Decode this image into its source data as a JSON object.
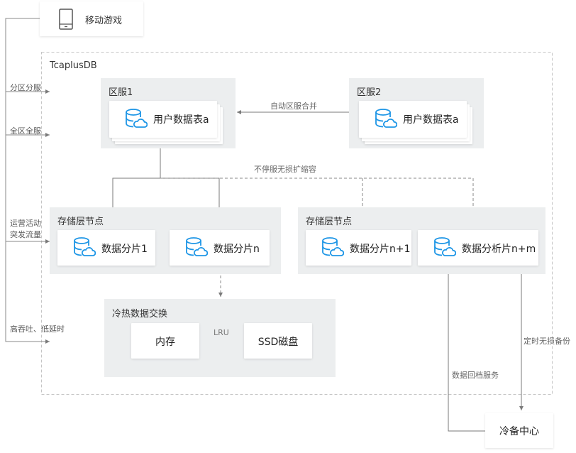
{
  "mobile_game": {
    "label": "移动游戏",
    "icon": "tablet-icon"
  },
  "tcaplusdb": {
    "title": "TcaplusDB"
  },
  "zone1": {
    "title": "区服1",
    "table_label": "用户数据表a"
  },
  "zone2": {
    "title": "区服2",
    "table_label": "用户数据表a"
  },
  "merge_label": "自动区服合并",
  "scale_label": "不停服无损扩缩容",
  "storage_left": {
    "title": "存储层节点",
    "shards": [
      "数据分片1",
      "数据分片n"
    ]
  },
  "storage_right": {
    "title": "存储层节点",
    "shards": [
      "数据分片n+1",
      "数据分析片n+m"
    ]
  },
  "cold_hot": {
    "title": "冷热数据交换",
    "memory": "内存",
    "ssd": "SSD磁盘",
    "lru": "LRU"
  },
  "side_labels": [
    "分区分服",
    "全区全服",
    "运营活动",
    "突发流量",
    "高吞吐、低延时"
  ],
  "backup_label": "定时无损备份",
  "restore_label": "数据回档服务",
  "cold_center": "冷备中心",
  "colors": {
    "icon_blue": "#1e96e6",
    "panel_gray": "#eceeef",
    "line_gray": "#7a7a7a",
    "dashed_border": "#c5c5c5"
  }
}
